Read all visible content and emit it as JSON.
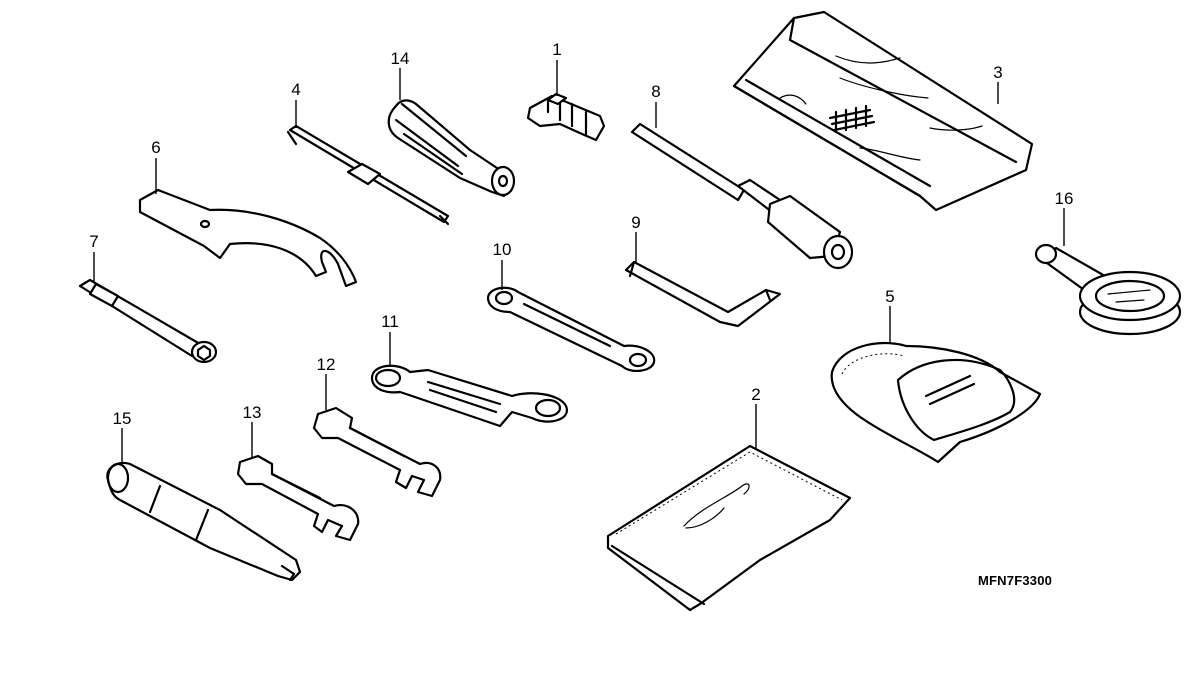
{
  "diagram_code": "MFN7F3300",
  "callouts": [
    {
      "id": "callout-1",
      "number": "1"
    },
    {
      "id": "callout-2",
      "number": "2"
    },
    {
      "id": "callout-3",
      "number": "3"
    },
    {
      "id": "callout-4",
      "number": "4"
    },
    {
      "id": "callout-5",
      "number": "5"
    },
    {
      "id": "callout-6",
      "number": "6"
    },
    {
      "id": "callout-7",
      "number": "7"
    },
    {
      "id": "callout-8",
      "number": "8"
    },
    {
      "id": "callout-9",
      "number": "9"
    },
    {
      "id": "callout-10",
      "number": "10"
    },
    {
      "id": "callout-11",
      "number": "11"
    },
    {
      "id": "callout-12",
      "number": "12"
    },
    {
      "id": "callout-13",
      "number": "13"
    },
    {
      "id": "callout-14",
      "number": "14"
    },
    {
      "id": "callout-15",
      "number": "15"
    },
    {
      "id": "callout-16",
      "number": "16"
    }
  ]
}
